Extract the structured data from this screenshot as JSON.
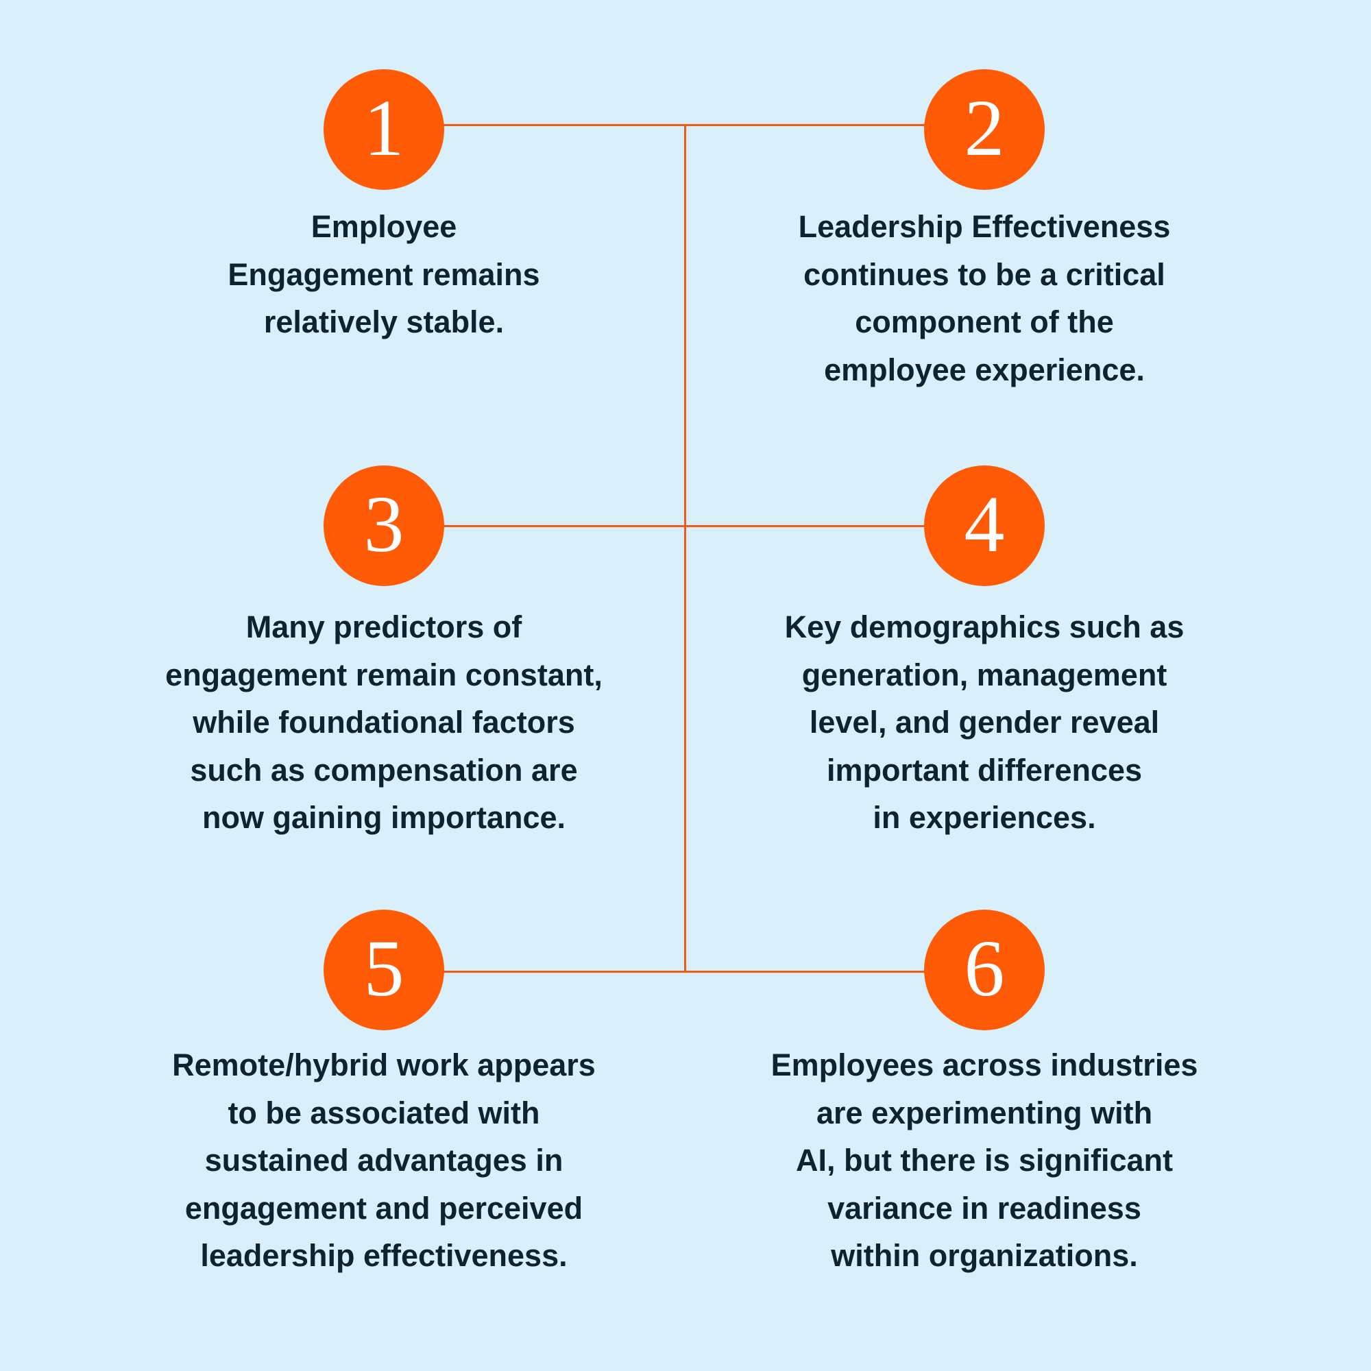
{
  "colors": {
    "background": "#d9f0fa",
    "accent": "#ff5a05",
    "line": "#f05a1a",
    "text": "#0f2230"
  },
  "items": [
    {
      "number": "1",
      "lines": [
        "Employee",
        "Engagement remains",
        "relatively stable."
      ]
    },
    {
      "number": "2",
      "lines": [
        "Leadership Effectiveness",
        "continues to be a critical",
        "component of the",
        "employee experience."
      ]
    },
    {
      "number": "3",
      "lines": [
        "Many predictors of",
        "engagement remain constant,",
        "while foundational factors",
        "such as compensation are",
        "now gaining importance."
      ]
    },
    {
      "number": "4",
      "lines": [
        "Key demographics such as",
        "generation, management",
        "level, and gender reveal",
        "important differences",
        "in experiences."
      ]
    },
    {
      "number": "5",
      "lines": [
        "Remote/hybrid work appears",
        "to be associated with",
        "sustained advantages in",
        "engagement and perceived",
        "leadership effectiveness."
      ]
    },
    {
      "number": "6",
      "lines": [
        "Employees across industries",
        "are experimenting with",
        "AI, but there is significant",
        "variance in readiness",
        "within organizations."
      ]
    }
  ]
}
